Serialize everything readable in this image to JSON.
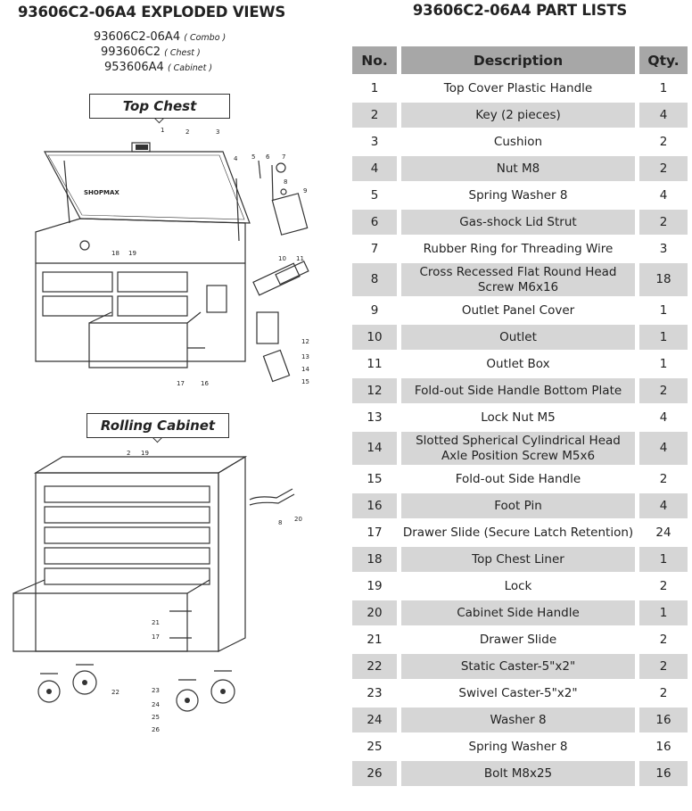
{
  "left": {
    "title": "93606C2-06A4 EXPLODED VIEWS",
    "models": [
      {
        "code": "93606C2-06A4",
        "note": "( Combo )"
      },
      {
        "code": "993606C2",
        "note": "( Chest )"
      },
      {
        "code": "953606A4",
        "note": "( Cabinet )"
      }
    ],
    "top_chest_label": "Top Chest",
    "rolling_cabinet_label": "Rolling Cabinet",
    "brand_text": "SHOPMAX",
    "chest_callouts": [
      "1",
      "2",
      "3",
      "4",
      "5",
      "6",
      "7",
      "8",
      "9",
      "10",
      "11",
      "12",
      "13",
      "14",
      "15",
      "16",
      "17",
      "18",
      "19"
    ],
    "cabinet_callouts": [
      "2",
      "19",
      "8",
      "20",
      "21",
      "17",
      "22",
      "23",
      "24",
      "25",
      "26"
    ]
  },
  "right": {
    "title": "93606C2-06A4 PART LISTS",
    "headers": {
      "no": "No.",
      "description": "Description",
      "qty": "Qty."
    },
    "rows": [
      {
        "no": "1",
        "desc": "Top Cover Plastic Handle",
        "qty": "1"
      },
      {
        "no": "2",
        "desc": "Key (2 pieces)",
        "qty": "4"
      },
      {
        "no": "3",
        "desc": "Cushion",
        "qty": "2"
      },
      {
        "no": "4",
        "desc": "Nut M8",
        "qty": "2"
      },
      {
        "no": "5",
        "desc": "Spring Washer 8",
        "qty": "4"
      },
      {
        "no": "6",
        "desc": "Gas-shock Lid Strut",
        "qty": "2"
      },
      {
        "no": "7",
        "desc": "Rubber Ring for Threading Wire",
        "qty": "3"
      },
      {
        "no": "8",
        "desc": "Cross Recessed Flat Round Head Screw M6x16",
        "qty": "18"
      },
      {
        "no": "9",
        "desc": "Outlet Panel Cover",
        "qty": "1"
      },
      {
        "no": "10",
        "desc": "Outlet",
        "qty": "1"
      },
      {
        "no": "11",
        "desc": "Outlet Box",
        "qty": "1"
      },
      {
        "no": "12",
        "desc": "Fold-out Side Handle Bottom Plate",
        "qty": "2"
      },
      {
        "no": "13",
        "desc": "Lock Nut M5",
        "qty": "4"
      },
      {
        "no": "14",
        "desc": "Slotted Spherical Cylindrical Head Axle Position Screw M5x6",
        "qty": "4"
      },
      {
        "no": "15",
        "desc": "Fold-out Side Handle",
        "qty": "2"
      },
      {
        "no": "16",
        "desc": "Foot Pin",
        "qty": "4"
      },
      {
        "no": "17",
        "desc": "Drawer Slide  (Secure Latch Retention)",
        "qty": "24"
      },
      {
        "no": "18",
        "desc": "Top Chest Liner",
        "qty": "1"
      },
      {
        "no": "19",
        "desc": "Lock",
        "qty": "2"
      },
      {
        "no": "20",
        "desc": "Cabinet Side Handle",
        "qty": "1"
      },
      {
        "no": "21",
        "desc": "Drawer Slide",
        "qty": "2"
      },
      {
        "no": "22",
        "desc": "Static Caster-5\"x2\"",
        "qty": "2"
      },
      {
        "no": "23",
        "desc": "Swivel Caster-5\"x2\"",
        "qty": "2"
      },
      {
        "no": "24",
        "desc": "Washer 8",
        "qty": "16"
      },
      {
        "no": "25",
        "desc": "Spring Washer 8",
        "qty": "16"
      },
      {
        "no": "26",
        "desc": "Bolt M8x25",
        "qty": "16"
      }
    ]
  }
}
